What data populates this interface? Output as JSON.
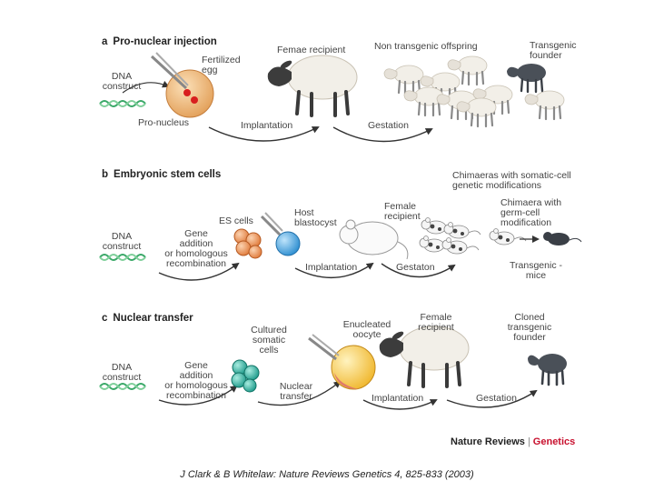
{
  "panels": {
    "a": {
      "letter": "a",
      "title": "Pro-nuclear injection",
      "dna_line1": "DNA",
      "dna_line2": "construct",
      "fertilized_line1": "Fertilized",
      "fertilized_line2": "egg",
      "pronucleus": "Pro-nucleus",
      "female_recipient": "Femae recipient",
      "implantation": "Implantation",
      "gestation": "Gestation",
      "non_transgenic": "Non transgenic offspring",
      "founder_line1": "Transgenic",
      "founder_line2": "founder"
    },
    "b": {
      "letter": "b",
      "title": "Embryonic stem cells",
      "dna_line1": "DNA",
      "dna_line2": "construct",
      "gene_line1": "Gene",
      "gene_line2": "addition",
      "gene_line3": "or homologous",
      "gene_line4": "recombination",
      "es_cells": "ES cells",
      "host_line1": "Host",
      "host_line2": "blastocyst",
      "female_line1": "Female",
      "female_line2": "recipient",
      "implantation": "Implantation",
      "gestation": "Gestaton",
      "chimaeras_line1": "Chimaeras with somatic-cell",
      "chimaeras_line2": "genetic modifications",
      "germ_line1": "Chimaera with",
      "germ_line2": "germ-cell",
      "germ_line3": "modification",
      "mice_line1": "Transgenic -",
      "mice_line2": "mice"
    },
    "c": {
      "letter": "c",
      "title": "Nuclear transfer",
      "dna_line1": "DNA",
      "dna_line2": "construct",
      "gene_line1": "Gene",
      "gene_line2": "addition",
      "gene_line3": "or homologous",
      "gene_line4": "recombination",
      "cultured_line1": "Cultured",
      "cultured_line2": "somatic",
      "cultured_line3": "cells",
      "nuclear_line1": "Nuclear",
      "nuclear_line2": "transfer",
      "enucleated_line1": "Enucleated",
      "enucleated_line2": "oocyte",
      "female_line1": "Female",
      "female_line2": "recipient",
      "implantation": "Implantation",
      "gestation": "Gestation",
      "cloned_line1": "Cloned",
      "cloned_line2": "transgenic",
      "cloned_line3": "founder"
    }
  },
  "brand": {
    "journal": "Nature Reviews",
    "separator": "|",
    "section": "Genetics"
  },
  "citation": "J Clark & B Whitelaw: Nature Reviews Genetics 4, 825-833 (2003)",
  "colors": {
    "dna": "#3aa868",
    "egg": "#e8b070",
    "nucleus": "#d81e1e",
    "es_cell": "#e07a3a",
    "blastocyst": "#3a9ad8",
    "somatic_cell": "#2aa898",
    "oocyte": "#f0c040",
    "sheep_wool": "#f2efe8",
    "dark_animal": "#4a5058",
    "brand_red": "#c8102e"
  }
}
